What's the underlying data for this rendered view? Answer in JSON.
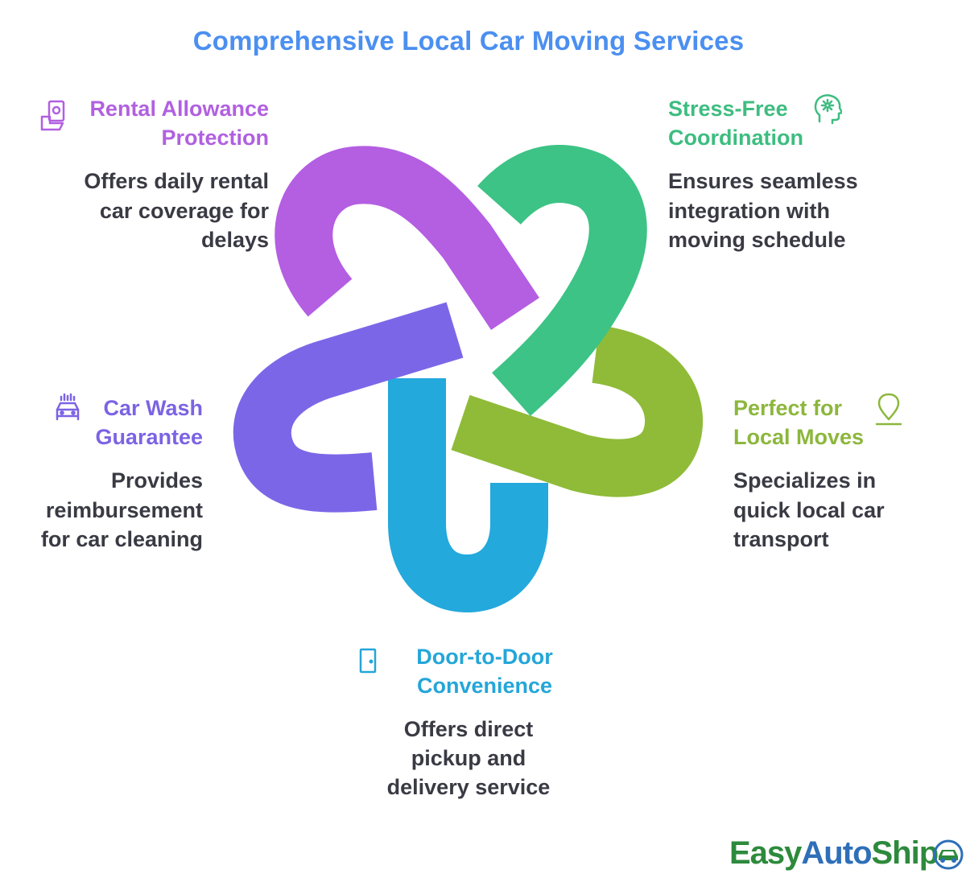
{
  "title": "Comprehensive Local Car Moving Services",
  "items": [
    {
      "id": "rental",
      "heading_line1": "Rental Allowance",
      "heading_line2": "Protection",
      "desc_lines": [
        "Offers daily rental",
        "car coverage for",
        "delays"
      ],
      "color": "#b160e0",
      "icon": "rental-money-hand-icon"
    },
    {
      "id": "stress",
      "heading_line1": "Stress-Free",
      "heading_line2": "Coordination",
      "desc_lines": [
        "Ensures seamless",
        "integration with",
        "moving schedule"
      ],
      "color": "#3dbd80",
      "icon": "brain-head-icon"
    },
    {
      "id": "carwash",
      "heading_line1": "Car Wash",
      "heading_line2": "Guarantee",
      "desc_lines": [
        "Provides",
        "reimbursement",
        "for car cleaning"
      ],
      "color": "#7c63e3",
      "icon": "car-wash-icon"
    },
    {
      "id": "local",
      "heading_line1": "Perfect for",
      "heading_line2": "Local Moves",
      "desc_lines": [
        "Specializes in",
        "quick local car",
        "transport"
      ],
      "color": "#8cb73c",
      "icon": "location-pin-icon"
    },
    {
      "id": "door",
      "heading_line1": "Door-to-",
      "heading_line2": "Door",
      "heading_line3": "Convenience",
      "desc_lines": [
        "Offers direct",
        "pickup and",
        "delivery service"
      ],
      "color": "#24a6d8",
      "icon": "door-icon"
    }
  ],
  "logo": {
    "part1": "Easy",
    "part2": "Auto",
    "part3": "Ship",
    "icon": "car-badge-icon",
    "colors": {
      "green": "#2d8a3c",
      "blue": "#2e6fb8"
    }
  }
}
